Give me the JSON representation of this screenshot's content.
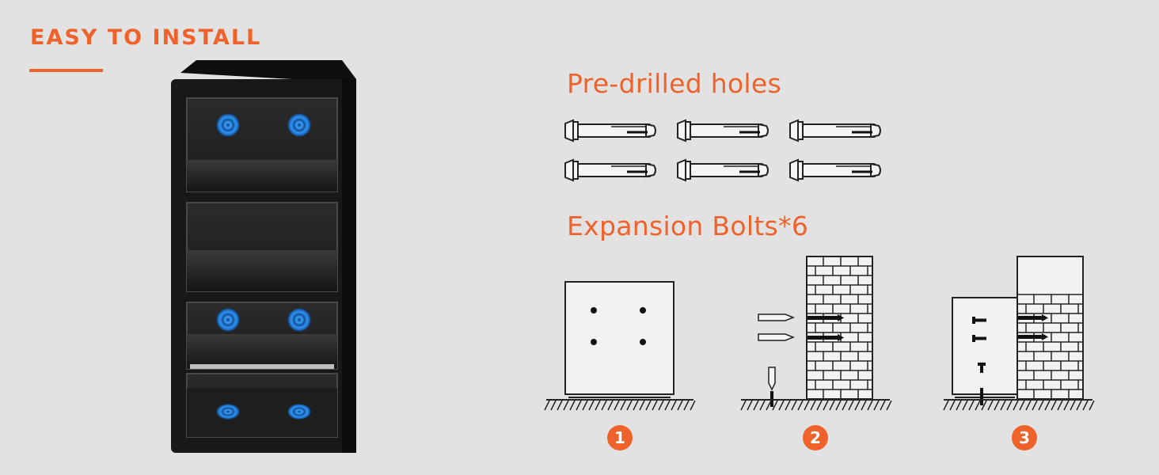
{
  "header": {
    "title": "EASY TO INSTALL"
  },
  "labels": {
    "holes": "Pre-drilled holes",
    "bolts": "Expansion Bolts*6"
  },
  "steps": [
    {
      "number": "1",
      "icon": "safe-front-icon"
    },
    {
      "number": "2",
      "icon": "wall-drilling-icon"
    },
    {
      "number": "3",
      "icon": "safe-mounted-icon"
    }
  ],
  "bolt_count": 6,
  "colors": {
    "accent": "#f0622b",
    "background": "#e2e2e2",
    "safe_body": "#1a1a1a",
    "hole_marker": "#1e88e5"
  }
}
